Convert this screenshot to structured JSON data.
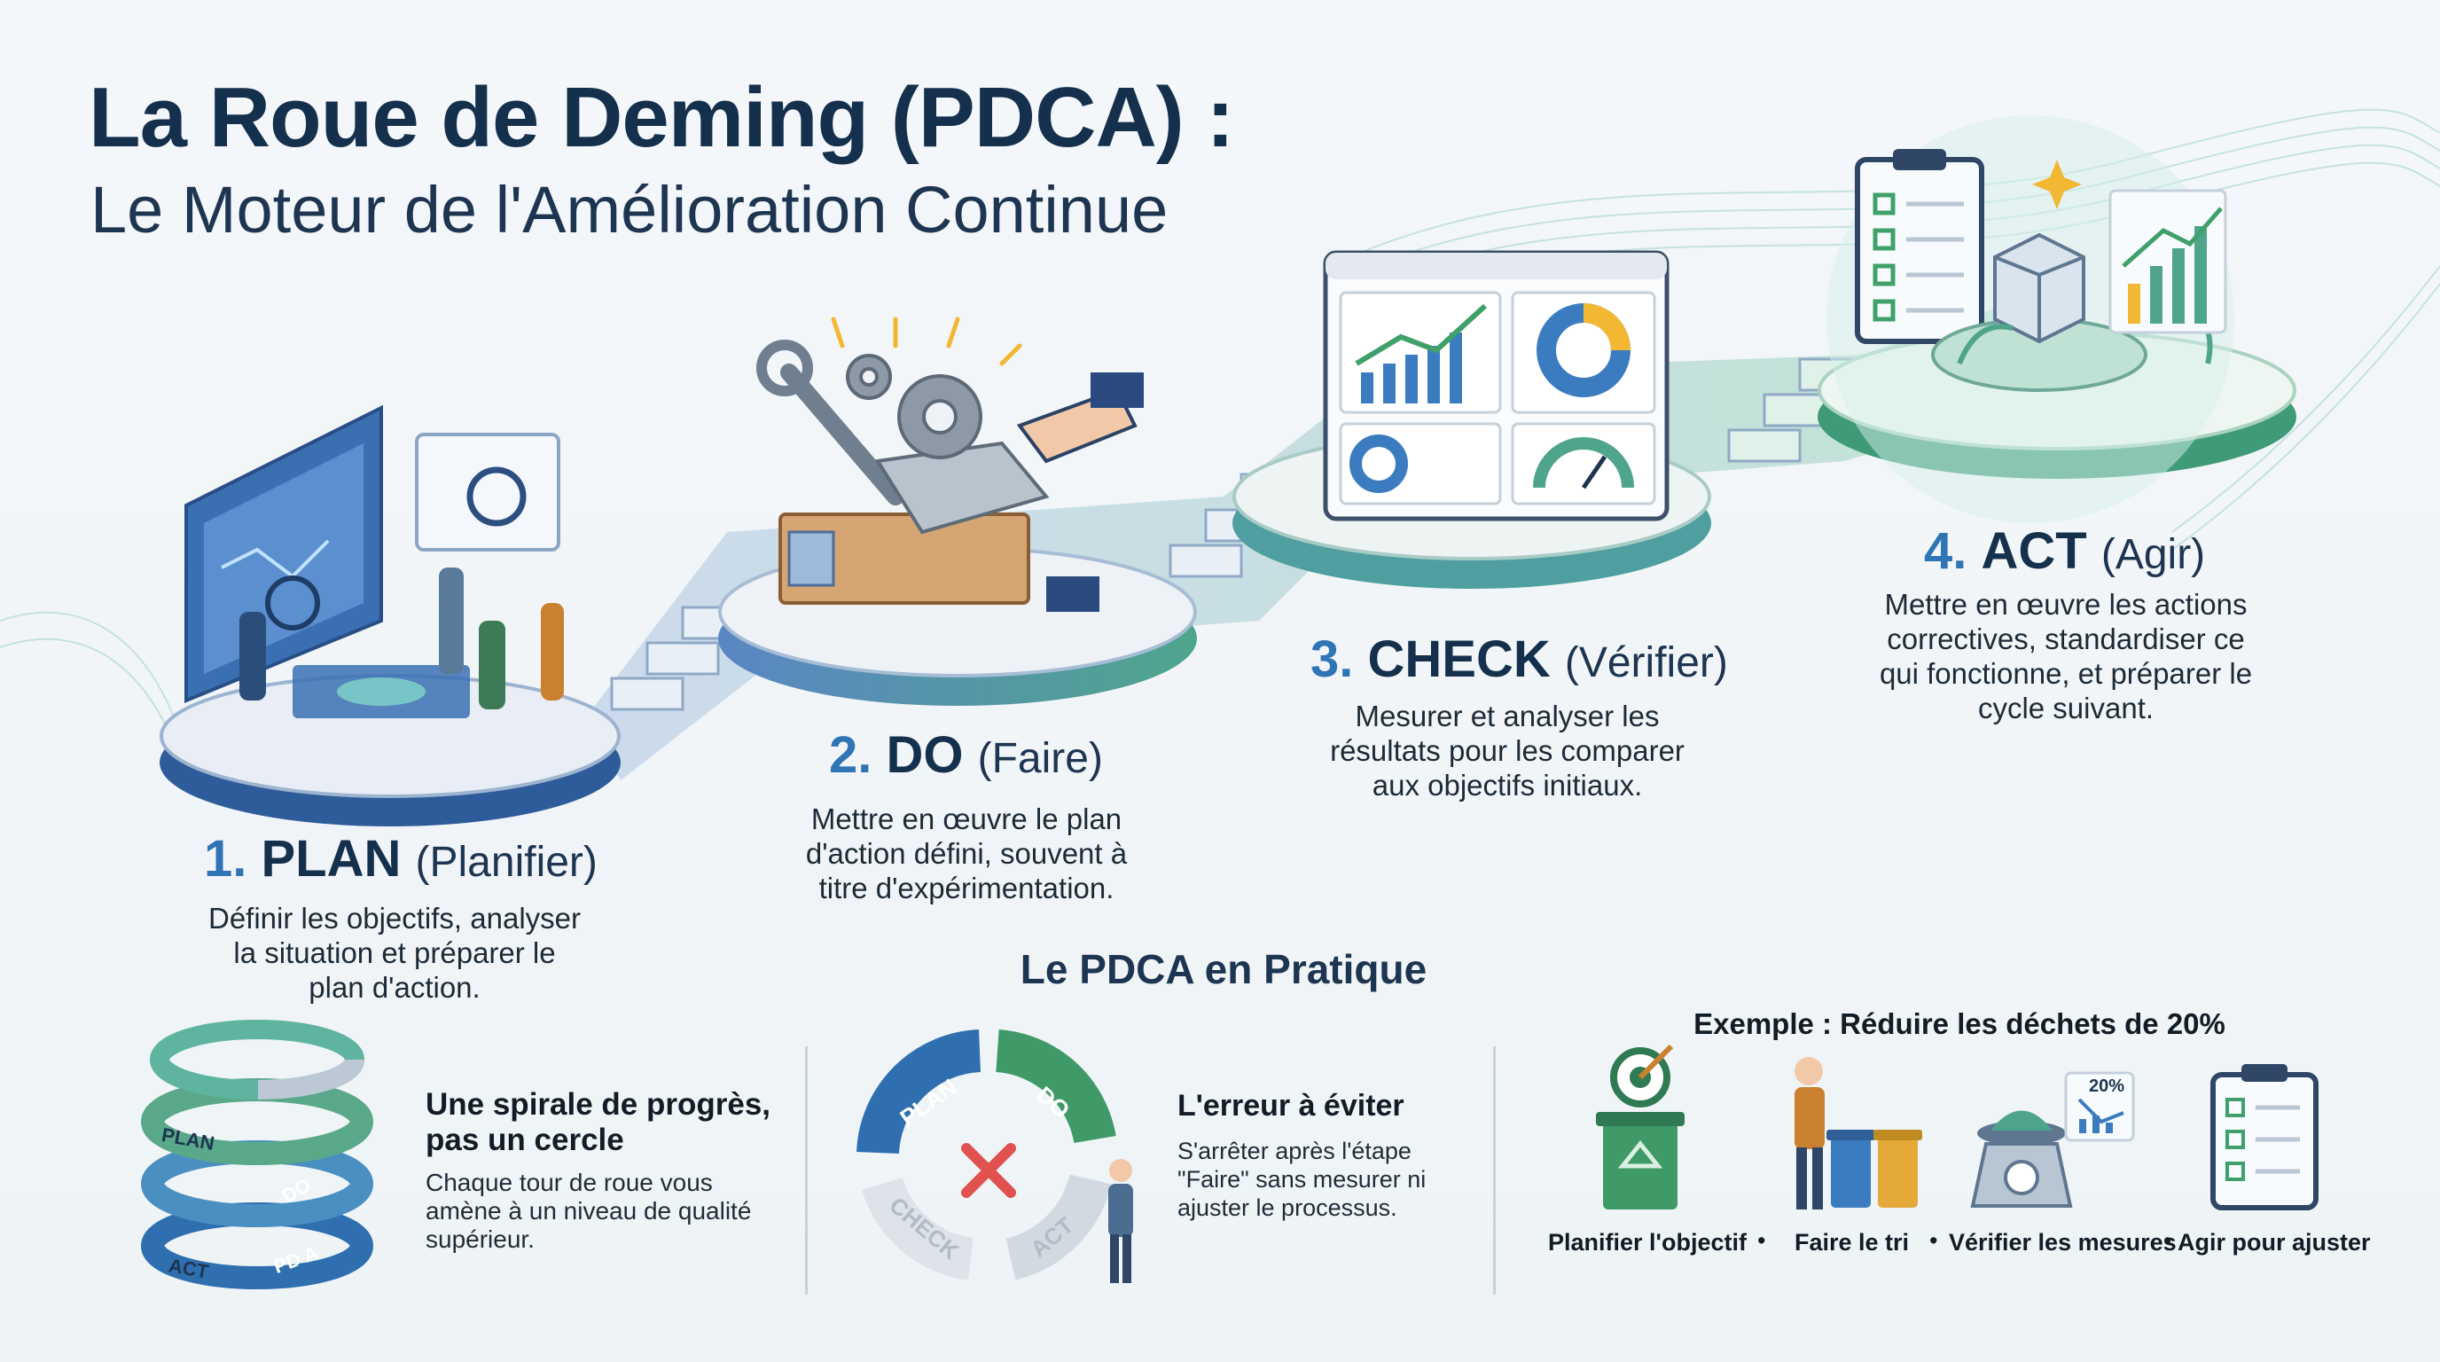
{
  "title": {
    "main": "La Roue de Deming (PDCA) :",
    "sub": "Le Moteur de l'Amélioration Continue"
  },
  "steps": [
    {
      "num": "1.",
      "name": "PLAN",
      "fr": "(Planifier)",
      "desc": [
        "Définir les objectifs, analyser",
        "la situation et préparer le",
        "plan d'action."
      ]
    },
    {
      "num": "2.",
      "name": "DO",
      "fr": "(Faire)",
      "desc": [
        "Mettre en œuvre le plan",
        "d'action défini, souvent à",
        "titre d'expérimentation."
      ]
    },
    {
      "num": "3.",
      "name": "CHECK",
      "fr": "(Vérifier)",
      "desc": [
        "Mesurer et analyser les",
        "résultats pour les comparer",
        "aux objectifs initiaux."
      ]
    },
    {
      "num": "4.",
      "name": "ACT",
      "fr": "(Agir)",
      "desc": [
        "Mettre en œuvre les actions",
        "correctives, standardiser ce",
        "qui fonctionne, et préparer le",
        "cycle suivant."
      ]
    }
  ],
  "practice": {
    "title": "Le PDCA en Pratique",
    "spiral": {
      "title_lines": [
        "Une spirale de progrès,",
        "pas un cercle"
      ],
      "desc_lines": [
        "Chaque tour de roue vous",
        "amène à un niveau de qualité",
        "supérieur."
      ],
      "labels": {
        "plan": "PLAN",
        "do": "DO",
        "act": "ACT",
        "pda": "PD A"
      }
    },
    "error": {
      "title": "L'erreur à éviter",
      "desc_lines": [
        "S'arrêter après l'étape",
        "\"Faire\" sans mesurer ni",
        "ajuster le processus."
      ],
      "labels": {
        "plan": "PLAN",
        "do": "DO",
        "check": "CHECK",
        "act": "ACT"
      }
    },
    "example": {
      "title": "Exemple : Réduire les déchets de 20%",
      "badge": "20%",
      "items": [
        "Planifier l'objectif",
        "Faire le tri",
        "Vérifier les mesures",
        "Agir pour ajuster"
      ],
      "bullet": "•"
    }
  },
  "icons": [
    "planning-board-icon",
    "wrench-icon",
    "gear-icon",
    "dashboard-icon",
    "clipboard-icon",
    "box-icon",
    "trash-bin-icon",
    "scale-icon",
    "chart-icon",
    "cross-icon"
  ],
  "colors": {
    "navy": "#14304d",
    "blue": "#2f74b5",
    "green": "#3f9a68",
    "teal": "#5bb5a6",
    "red": "#e0514f"
  }
}
